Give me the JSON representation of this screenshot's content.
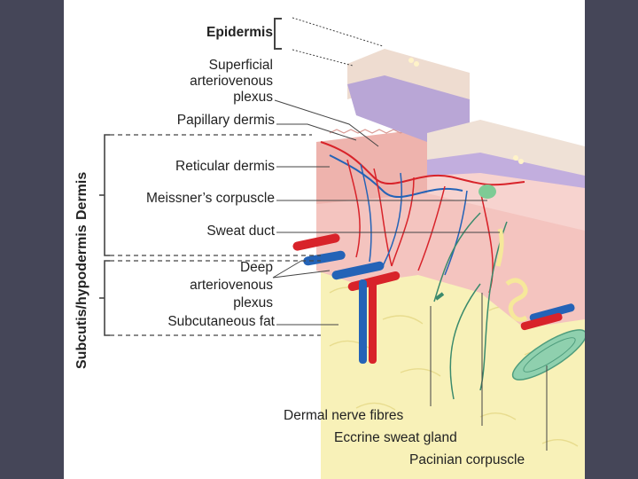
{
  "labels": {
    "epidermis": "Epidermis",
    "superficial_plexus": [
      "Superficial",
      "arteriovenous",
      "plexus"
    ],
    "papillary_dermis": "Papillary dermis",
    "reticular_dermis": "Reticular dermis",
    "meissners_corpuscle": "Meissner’s corpuscle",
    "sweat_duct": "Sweat duct",
    "deep_plexus": [
      "Deep",
      "arteriovenous",
      "plexus"
    ],
    "subcutaneous_fat": "Subcutaneous fat",
    "dermal_nerve_fibres": "Dermal nerve fibres",
    "eccrine_sweat_gland": "Eccrine sweat gland",
    "pacinian_corpuscle": "Pacinian corpuscle"
  },
  "side_labels": {
    "dermis": "Dermis",
    "subcutis": "Subcutis/hypodermis"
  },
  "colors": {
    "frame": "#454658",
    "fat": "#f8f1b8",
    "dermis": "#f4c4bf",
    "epidermis": "#eedcd0",
    "basal_layer": "#b9a6d6",
    "artery": "#d8232a",
    "vein": "#2463b7",
    "nerve": "#3b8a6c"
  }
}
